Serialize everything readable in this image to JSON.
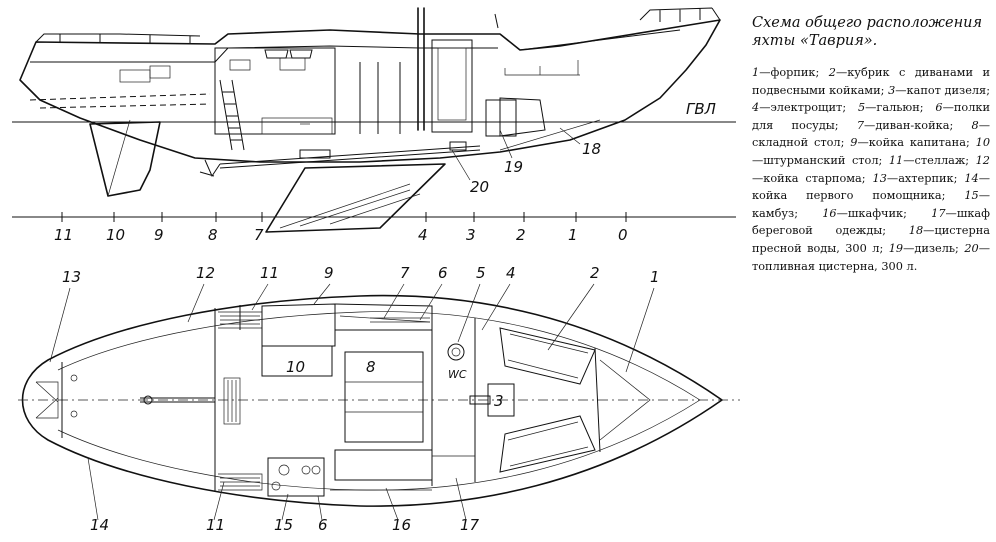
{
  "caption": {
    "title_line1": "Схема общего расположения",
    "title_line2": "яхты «Таврия».",
    "legend": [
      {
        "num": "1",
        "text": "форпик"
      },
      {
        "num": "2",
        "text": "кубрик с диванами и подвесными койками"
      },
      {
        "num": "3",
        "text": "капот дизеля"
      },
      {
        "num": "4",
        "text": "электрощит"
      },
      {
        "num": "5",
        "text": "гальюн"
      },
      {
        "num": "6",
        "text": "полки для посуды"
      },
      {
        "num": "7",
        "text": "диван-койка"
      },
      {
        "num": "8",
        "text": "складной стол"
      },
      {
        "num": "9",
        "text": "койка капитана"
      },
      {
        "num": "10",
        "text": "штурманский стол"
      },
      {
        "num": "11",
        "text": "стеллаж"
      },
      {
        "num": "12",
        "text": "койка старпома"
      },
      {
        "num": "13",
        "text": "ахтерпик"
      },
      {
        "num": "14",
        "text": "койка первого помощника"
      },
      {
        "num": "15",
        "text": "камбуз"
      },
      {
        "num": "16",
        "text": "шкафчик"
      },
      {
        "num": "17",
        "text": "шкаф береговой одежды"
      },
      {
        "num": "18",
        "text": "цистерна пресной воды, 300 л"
      },
      {
        "num": "19",
        "text": "дизель"
      },
      {
        "num": "20",
        "text": "топливная цистерна, 300 л"
      }
    ]
  },
  "profile": {
    "waterline_label": "ГВЛ",
    "callouts": [
      "18",
      "19",
      "20"
    ]
  },
  "stations": [
    "11",
    "10",
    "9",
    "8",
    "7",
    "4",
    "3",
    "2",
    "1",
    "0"
  ],
  "plan": {
    "callouts_top": [
      "13",
      "12",
      "11",
      "9",
      "7",
      "6",
      "5",
      "4",
      "2",
      "1"
    ],
    "callouts_bottom": [
      "14",
      "11",
      "15",
      "6",
      "16",
      "17"
    ],
    "inner_labels": {
      "navigation_table": "10",
      "folding_table": "8",
      "engine_cover": "3",
      "head": "WC"
    }
  }
}
